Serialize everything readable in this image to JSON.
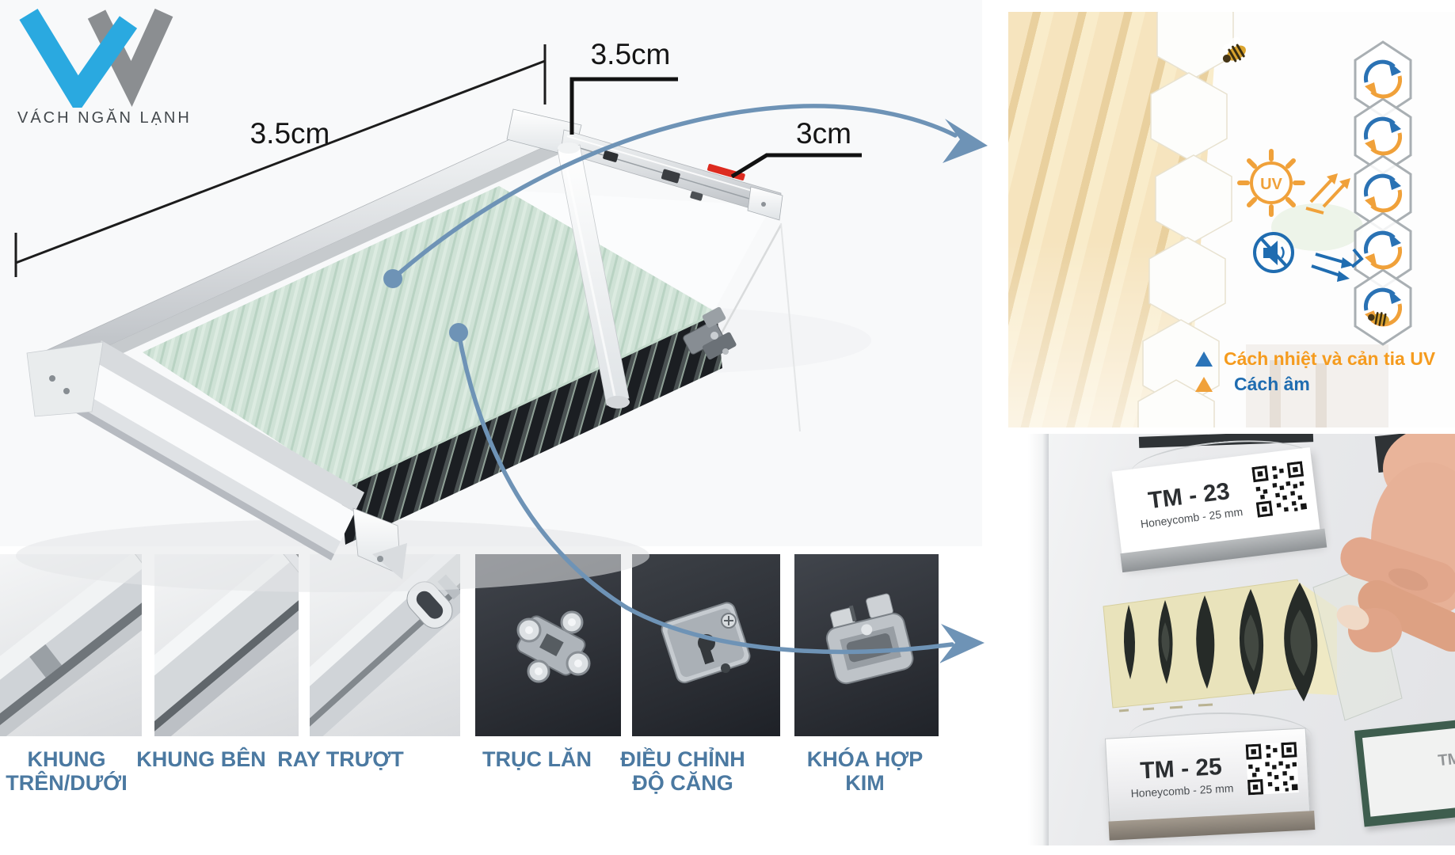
{
  "logo": {
    "brand": "VÁCH NGĂN LẠNH"
  },
  "product": {
    "dimensions": {
      "width_label": "3.5cm",
      "side_label": "3.5cm",
      "rail_label": "3cm"
    }
  },
  "components": {
    "items": [
      {
        "lines": [
          "KHUNG",
          "TRÊN/DƯỚI"
        ]
      },
      {
        "lines": [
          "KHUNG BÊN"
        ]
      },
      {
        "lines": [
          "RAY TRƯỢT"
        ]
      },
      {
        "lines": [
          "TRỤC LĂN"
        ]
      },
      {
        "lines": [
          "ĐIỀU CHỈNH",
          "ĐỘ CĂNG"
        ]
      },
      {
        "lines": [
          "KHÓA HỢP KIM"
        ]
      }
    ]
  },
  "features": {
    "uv_label": "UV",
    "legend": [
      {
        "text": "Cách nhiệt  và cản tia UV"
      },
      {
        "text": "Cách âm"
      }
    ],
    "icons": [
      "honeycomb-cycle-icon",
      "uv-sun-icon",
      "heat-reflect-icon",
      "sound-mute-icon",
      "sound-block-icon",
      "bee-icon"
    ]
  },
  "samples": {
    "cards": [
      {
        "code": "TM - 23",
        "spec": "Honeycomb - 25 mm"
      },
      {
        "code": "TM - 25",
        "spec": "Honeycomb - 25 mm"
      }
    ],
    "partial_code": "TM"
  },
  "colors": {
    "logo_blue": "#2aa9e0",
    "logo_gray": "#8b8e91",
    "callout_blue": "#6e93b6",
    "component_label_blue": "#4b79a1",
    "dimension_red_mark": "#dd2b1f",
    "panel_mint": "#cfe2d6",
    "fabric_cream": "#f5e2bb",
    "legend_orange": "#f59b1e",
    "legend_blue": "#1f6cb0",
    "icon_orange": "#f0a13a",
    "icon_blue": "#2a72b4"
  }
}
